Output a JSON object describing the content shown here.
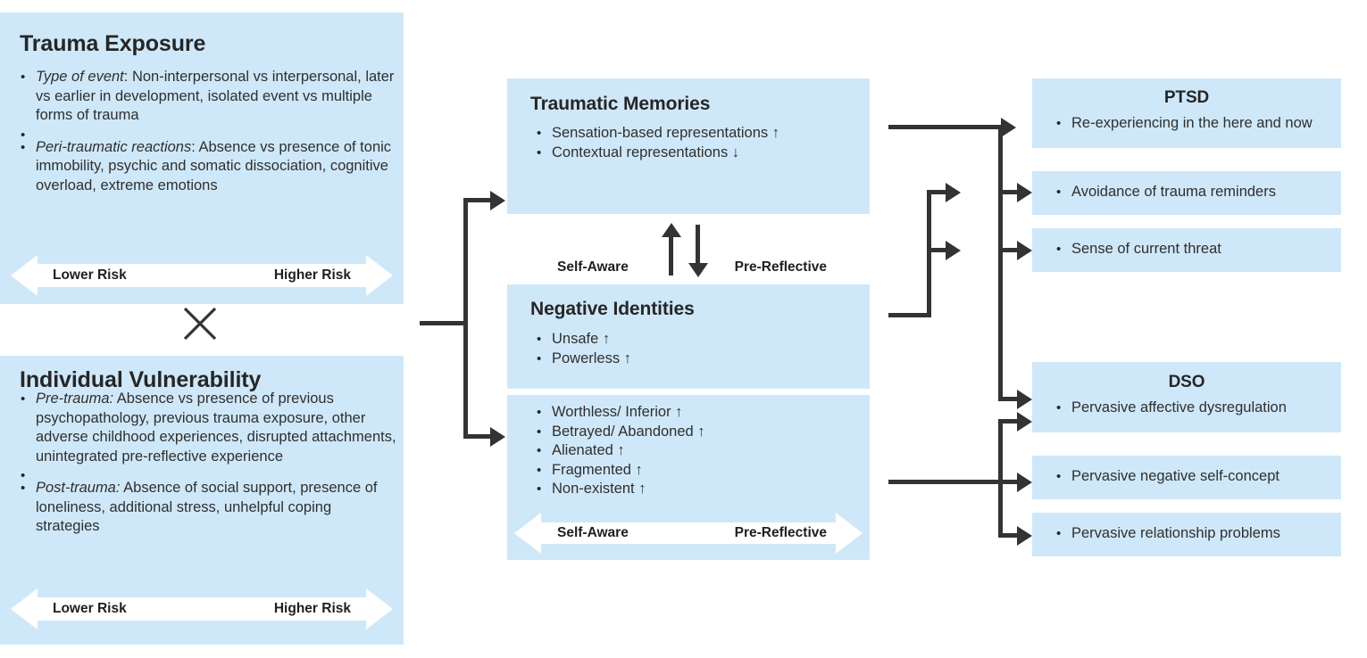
{
  "diagram": {
    "title": "Trauma Exposure and Individual Vulnerability model of PTSD and DSO",
    "colors": {
      "box_fill": "#cfe8f9",
      "arrow_dark": "#333333",
      "arrow_white": "#ffffff",
      "text": "#2f2f2f",
      "page_bg": "#ffffff"
    }
  },
  "trauma_exposure": {
    "title": "Trauma Exposure",
    "bullets": [
      {
        "lead": "Type of event",
        "sep": ": ",
        "text": "Non-interpersonal vs interpersonal, later vs earlier in development, isolated event vs multiple forms of trauma"
      },
      {
        "lead": "Peri-traumatic reactions",
        "sep": ": ",
        "text": "Absence vs presence of tonic immobility, psychic and somatic dissociation, cognitive overload, extreme emotions"
      }
    ],
    "scale": {
      "left_label": "Lower Risk",
      "right_label": "Higher Risk"
    }
  },
  "operator": {
    "symbol": "×",
    "name": "multiplication-sign"
  },
  "individual_vulnerability": {
    "title": "Individual Vulnerability",
    "bullets": [
      {
        "lead": "Pre-trauma:",
        "sep": " ",
        "text": "Absence vs presence of previous psychopathology, previous trauma exposure, other adverse childhood experiences, disrupted attachments, unintegrated pre-reflective experience"
      },
      {
        "lead": "Post-trauma:",
        "sep": " ",
        "text": "Absence of social support, presence of  loneliness, additional stress, unhelpful coping strategies"
      }
    ],
    "scale": {
      "left_label": "Lower Risk",
      "right_label": "Higher Risk"
    }
  },
  "traumatic_memories": {
    "title": "Traumatic Memories",
    "bullets": [
      "Sensation-based representations ↑",
      "Contextual representations ↓"
    ],
    "scale": {
      "left_label": "Self-Aware",
      "right_label": "Pre-Reflective"
    }
  },
  "negative_identities": {
    "title": "Negative Identities",
    "bullets_top": [
      "Unsafe ↑",
      "Powerless ↑"
    ],
    "bullets_bottom": [
      "Worthless/ Inferior ↑",
      "Betrayed/ Abandoned ↑",
      "Alienated ↑",
      "Fragmented ↑",
      "Non-existent ↑"
    ],
    "scale": {
      "left_label": "Self-Aware",
      "right_label": "Pre-Reflective"
    }
  },
  "ptsd": {
    "title": "PTSD",
    "items": [
      "Re-experiencing in the here and now",
      "Avoidance of trauma reminders",
      "Sense of current threat"
    ]
  },
  "dso": {
    "title": "DSO",
    "items": [
      "Pervasive affective dysregulation",
      "Pervasive negative self-concept",
      "Pervasive relationship problems"
    ]
  },
  "connectors": {
    "memories_identities_up": "↑",
    "memories_identities_down": "↓",
    "note": "bidirectional link between Traumatic Memories and Negative Identities"
  }
}
